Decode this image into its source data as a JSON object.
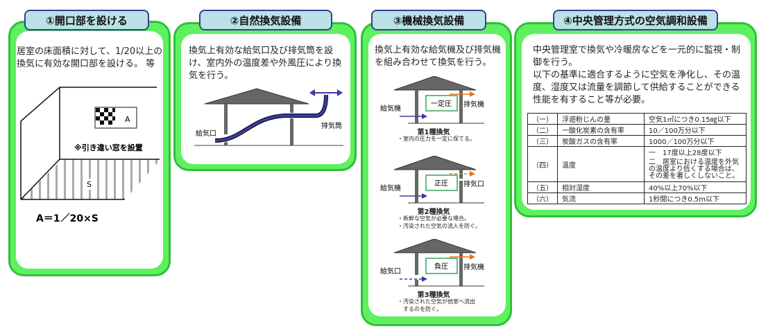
{
  "panel1": {
    "title": "①開口部を設ける",
    "text": "居室の床面積に対して、1/20以上の換気に有効な開口部を設ける。 等",
    "label_a": "A",
    "label_s": "S",
    "note": "※引き違い窓を設置",
    "formula": "A＝1／20×S"
  },
  "panel2": {
    "title": "②自然換気設備",
    "text": "換気上有効な給気口及び排気筒を設け、室内外の温度差や外風圧により換気を行う。",
    "inlet": "給気口",
    "chimney": "排気筒"
  },
  "panel3": {
    "title": "③機械換気設備",
    "text": "換気上有効な給気機及び排気機を組み合わせて換気を行う。",
    "types": [
      {
        "supply": "給気機",
        "exhaust": "排気機",
        "pressure": "一定圧",
        "name": "第1種換気",
        "desc": [
          "・室内の圧力を一定に保てる。"
        ]
      },
      {
        "supply": "給気機",
        "exhaust": "排気口",
        "pressure": "正圧",
        "name": "第2種換気",
        "desc": [
          "・新鮮な空気が必要な場合。",
          "・汚染された空気の流入を防ぐ。"
        ]
      },
      {
        "supply": "給気口",
        "exhaust": "排気機",
        "pressure": "負圧",
        "name": "第3種換気",
        "desc": [
          "・汚染された空気が他室へ流出",
          "　するのを防ぐ。"
        ]
      }
    ]
  },
  "panel4": {
    "title": "④中央管理方式の空気調和設備",
    "text1": "中央管理室で換気や冷暖房などを一元的に監視・制御を行う。",
    "text2": "以下の基準に適合するように空気を浄化し、その温度、湿度又は流量を調節して供給することができる性能を有すること等が必要。",
    "rows": [
      {
        "no": "（一）",
        "item": "浮遊粉じんの量",
        "value": "空気1㎥につき0.15㎎以下"
      },
      {
        "no": "（二）",
        "item": "一酸化炭素の含有率",
        "value": "10／100万分以下"
      },
      {
        "no": "（三）",
        "item": "炭酸ガスの含有率",
        "value": "1000／100万分以下"
      },
      {
        "no": "（四）",
        "item": "温度",
        "value": "一　17度以上28度以下",
        "value2": "二　居室における温度を外気の温度より低くする場合は、その差を著しくしないこと。"
      },
      {
        "no": "（五）",
        "item": "相対湿度",
        "value": "40%以上70%以下"
      },
      {
        "no": "（六）",
        "item": "気流",
        "value": "1秒間につき0.5m以下"
      }
    ]
  },
  "colors": {
    "green": "#5ff05f",
    "tab": "#b9e1e6",
    "supply_arrow": "#3a3aa0",
    "exhaust_arrow": "#f07010"
  }
}
